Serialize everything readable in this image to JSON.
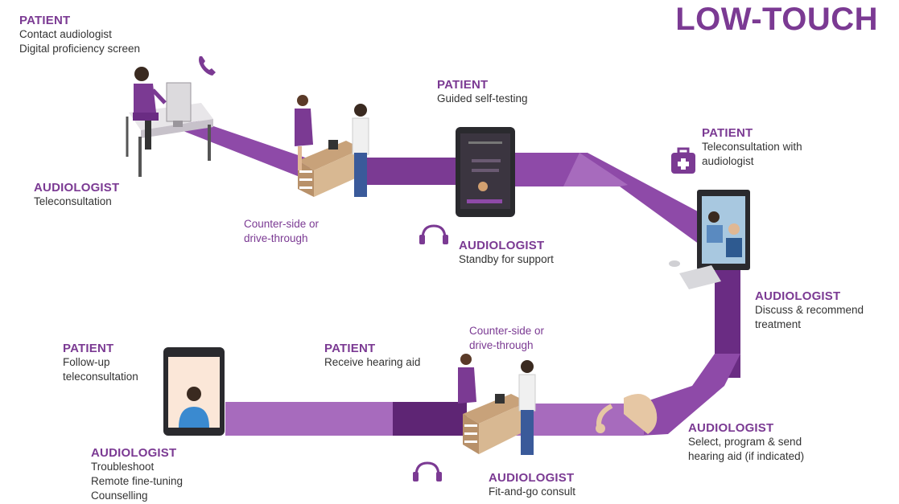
{
  "title": "LOW-TOUCH",
  "colors": {
    "accent": "#7b3a93",
    "path_dark": "#6a2c83",
    "path_mid": "#8e4aa8",
    "path_light": "#a76bbd",
    "text": "#333333"
  },
  "steps": {
    "s1": {
      "role": "PATIENT",
      "lines": [
        "Contact audiologist",
        "Digital proficiency screen"
      ],
      "icon": "phone-icon"
    },
    "s2": {
      "role": "AUDIOLOGIST",
      "lines": [
        "Teleconsultation"
      ]
    },
    "s3": {
      "lines": [
        "Counter-side or",
        "drive-through"
      ]
    },
    "s4": {
      "role": "PATIENT",
      "lines": [
        "Guided self-testing"
      ]
    },
    "s5": {
      "role": "AUDIOLOGIST",
      "lines": [
        "Standby for support"
      ],
      "icon": "headset-icon"
    },
    "s6": {
      "role": "PATIENT",
      "lines": [
        "Teleconsultation with",
        "audiologist"
      ],
      "icon": "medical-bag-icon"
    },
    "s7": {
      "role": "AUDIOLOGIST",
      "lines": [
        "Discuss & recommend",
        "treatment"
      ]
    },
    "s8": {
      "role": "AUDIOLOGIST",
      "lines": [
        "Select, program & send",
        "hearing aid (if indicated)"
      ]
    },
    "s9": {
      "lines": [
        "Counter-side or",
        "drive-through"
      ]
    },
    "s10": {
      "role": "PATIENT",
      "lines": [
        "Receive hearing aid"
      ]
    },
    "s11": {
      "role": "AUDIOLOGIST",
      "lines": [
        "Fit-and-go consult"
      ],
      "icon": "headset-icon"
    },
    "s12": {
      "role": "PATIENT",
      "lines": [
        "Follow-up",
        "teleconsultation"
      ]
    },
    "s13": {
      "role": "AUDIOLOGIST",
      "lines": [
        "Troubleshoot",
        "Remote fine-tuning",
        "Counselling"
      ]
    }
  }
}
